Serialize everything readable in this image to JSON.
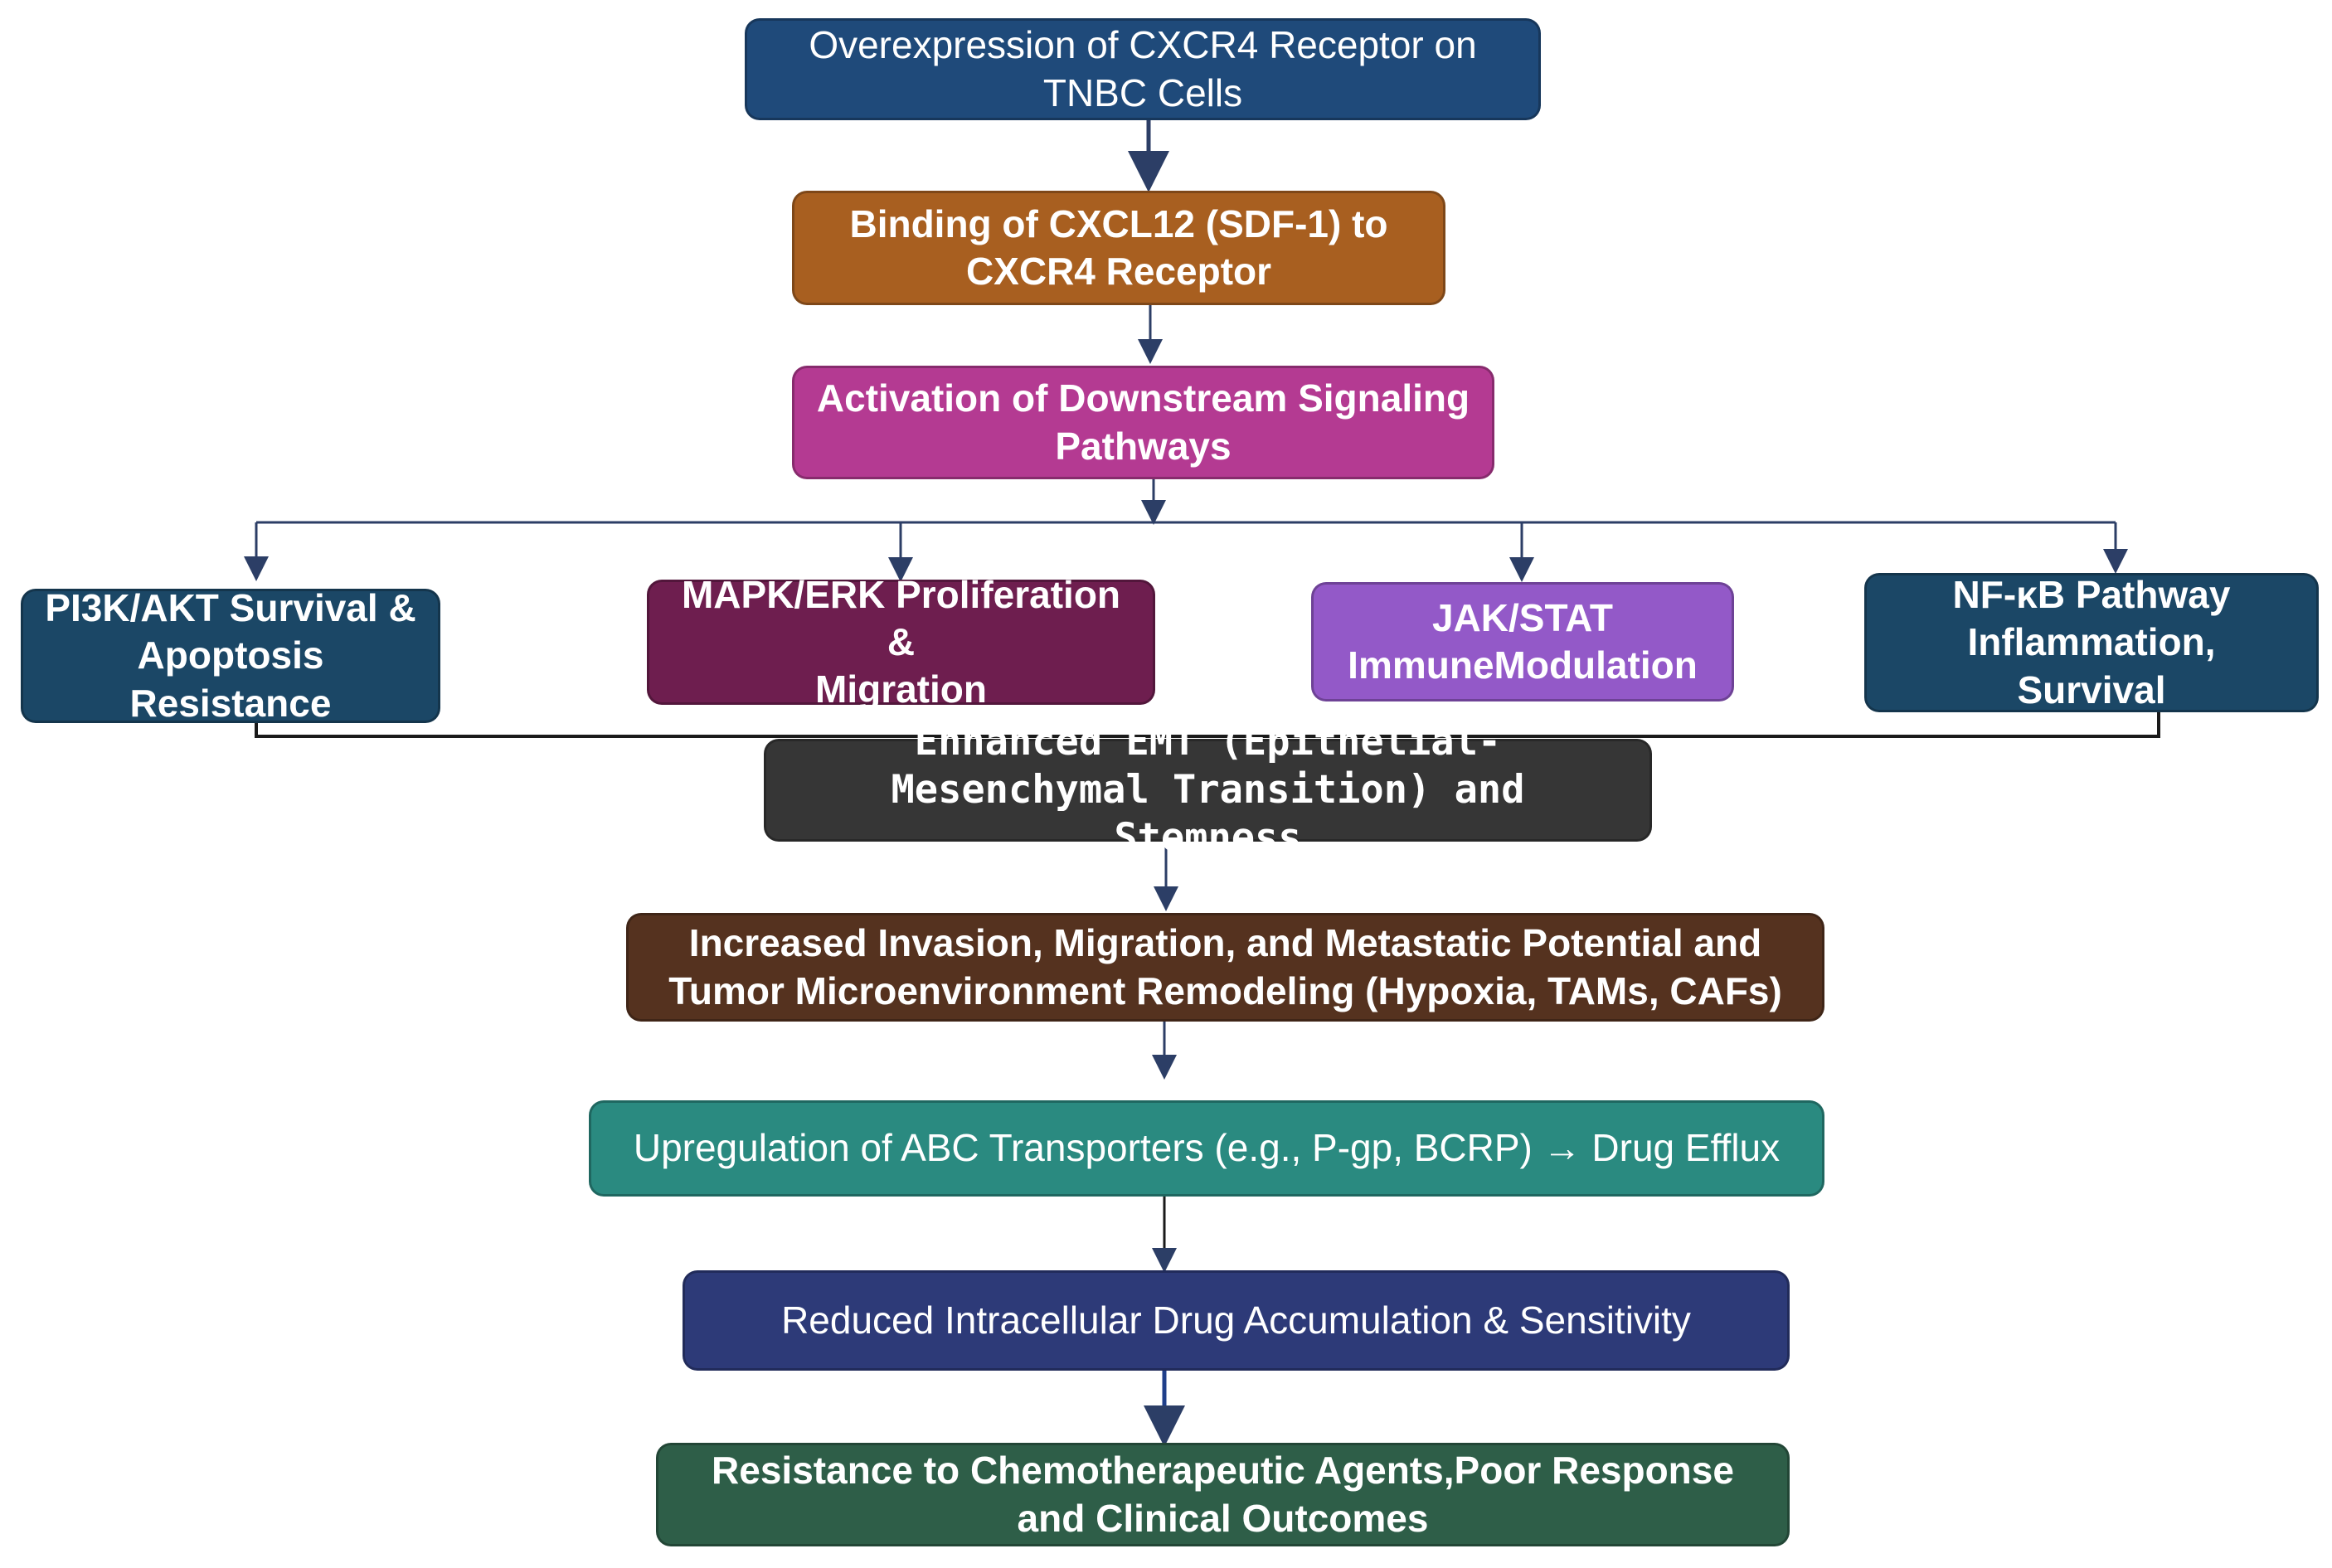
{
  "diagram": {
    "nodes": {
      "cxcr4_overexpression": {
        "text": "Overexpression of CXCR4 Receptor on\nTNBC Cells",
        "color": "#1f4a7a"
      },
      "cxcl12_binding": {
        "text": "Binding of CXCL12 (SDF-1) to\nCXCR4 Receptor",
        "color": "#a85f20"
      },
      "downstream_activation": {
        "text": "Activation of Downstream Signaling\nPathways",
        "color": "#b43a92"
      },
      "pi3k_akt": {
        "text": "PI3K/AKT  Survival  &\nApoptosis Resistance",
        "color": "#1b4766"
      },
      "mapk_erk": {
        "text": "MAPK/ERK Proliferation &\nMigration",
        "color": "#6e1e4f"
      },
      "jak_stat": {
        "text": "JAK/STAT\nImmuneModulation",
        "color": "#9359c8"
      },
      "nf_kb": {
        "text": "NF-κB Pathway\nInflammation, Survival",
        "color": "#1b4766"
      },
      "emt": {
        "text": "Enhanced EMT (Epithelial-\nMesenchymal Transition) and Stemness",
        "color": "#363636"
      },
      "invasion": {
        "text": "Increased Invasion, Migration, and Metastatic Potential and\nTumor Microenvironment Remodeling (Hypoxia, TAMs, CAFs)",
        "color": "#55321f"
      },
      "abc_transporters": {
        "text": "Upregulation of ABC Transporters (e.g., P-gp, BCRP) → Drug Efflux",
        "color": "#2a8a80"
      },
      "reduced_accumulation": {
        "text": "Reduced Intracellular Drug Accumulation & Sensitivity",
        "color": "#2d3a78"
      },
      "resistance": {
        "text": "Resistance to Chemotherapeutic Agents,Poor Response\nand Clinical Outcomes",
        "color": "#2e5e48"
      }
    },
    "connector_color": "#2c3e66"
  }
}
